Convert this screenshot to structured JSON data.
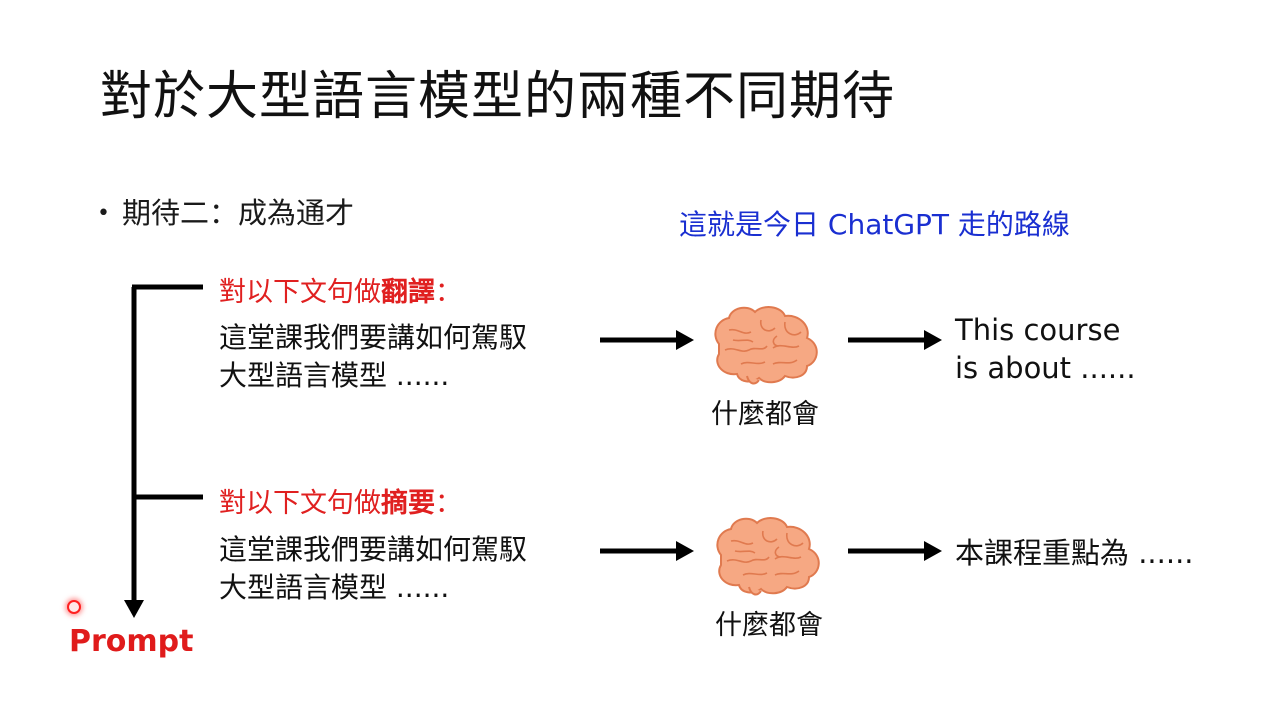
{
  "title": "對於大型語言模型的兩種不同期待",
  "bullet": {
    "marker": "•",
    "text": "期待二：成為通才"
  },
  "note": "這就是今日 ChatGPT 走的路線",
  "rows": [
    {
      "instruction_prefix": "對以下文句做",
      "instruction_bold": "翻譯",
      "instruction_suffix": "：",
      "input_line1": "這堂課我們要講如何駕馭",
      "input_line2": "大型語言模型 ......",
      "model_label": "什麼都會",
      "output_line1": "This course",
      "output_line2": "is about ......"
    },
    {
      "instruction_prefix": "對以下文句做",
      "instruction_bold": "摘要",
      "instruction_suffix": "：",
      "input_line1": "這堂課我們要講如何駕馭",
      "input_line2": "大型語言模型 ......",
      "model_label": "什麼都會",
      "output_line1": "本課程重點為 ......",
      "output_line2": ""
    }
  ],
  "prompt_label": "Prompt",
  "icons": {
    "model": "brain-icon",
    "arrow": "right-arrow-icon"
  },
  "colors": {
    "instruction": "#e02020",
    "note": "#1a2fd1",
    "prompt": "#e01b1b",
    "brain_fill": "#f6a883",
    "brain_stroke": "#e07a4f"
  }
}
